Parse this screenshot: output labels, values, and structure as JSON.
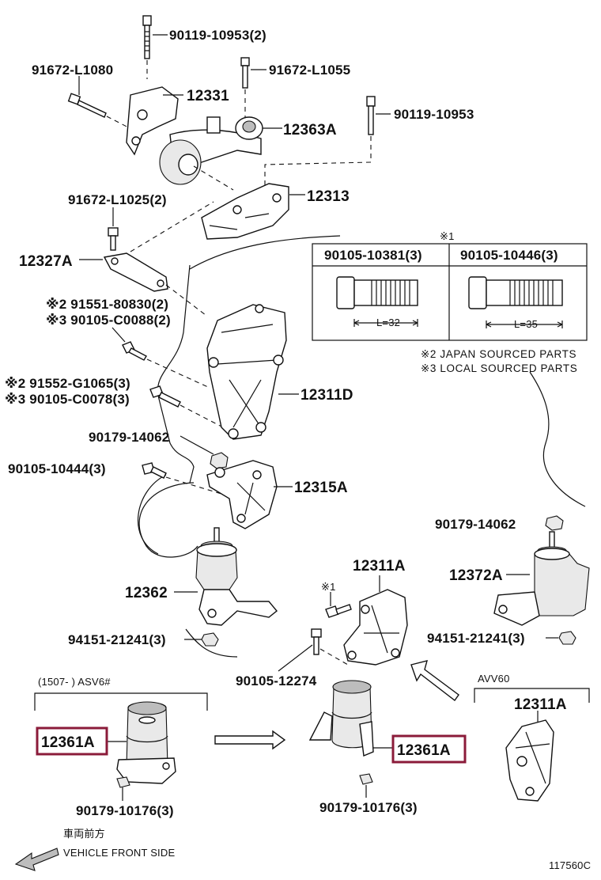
{
  "labels": {
    "p90119_10953_2": "90119-10953(2)",
    "p91672_L1080": "91672-L1080",
    "p91672_L1055": "91672-L1055",
    "p12331": "12331",
    "p90119_10953": "90119-10953",
    "p12363A": "12363A",
    "p91672_L1025_2": "91672-L1025(2)",
    "p12313": "12313",
    "p12327A": "12327A",
    "mark1_top": "※1",
    "p91551_80830": "※2 91551-80830(2)",
    "p90105_C0088": "※3 90105-C0088(2)",
    "p91552_G1065": "※2 91552-G1065(3)",
    "p90105_C0078": "※3 90105-C0078(3)",
    "p12311D": "12311D",
    "p90179_14062_left": "90179-14062",
    "p90105_10444": "90105-10444(3)",
    "p12315A": "12315A",
    "p90179_14062_right": "90179-14062",
    "p12362": "12362",
    "p12311A_mid": "12311A",
    "p12372A": "12372A",
    "mark1_mid": "※1",
    "p94151_left": "94151-21241(3)",
    "p94151_right": "94151-21241(3)",
    "p90105_12274": "90105-12274",
    "range_left": "(1507-     ) ASV6#",
    "avv60": "AVV60",
    "p12311A_right": "12311A",
    "p12361A_left": "12361A",
    "p12361A_right": "12361A",
    "p90179_10176_left": "90179-10176(3)",
    "p90179_10176_right": "90179-10176(3)",
    "front_jp": "車両前方",
    "front_en": "VEHICLE FRONT SIDE",
    "code": "117560C"
  },
  "table": {
    "col1": "90105-10381(3)",
    "col2": "90105-10446(3)",
    "len1": "L=32",
    "len2": "L=35"
  },
  "notes": {
    "japan": "※2 JAPAN SOURCED PARTS",
    "local": "※3 LOCAL SOURCED PARTS"
  },
  "colors": {
    "highlight": "#8b1b3a"
  }
}
